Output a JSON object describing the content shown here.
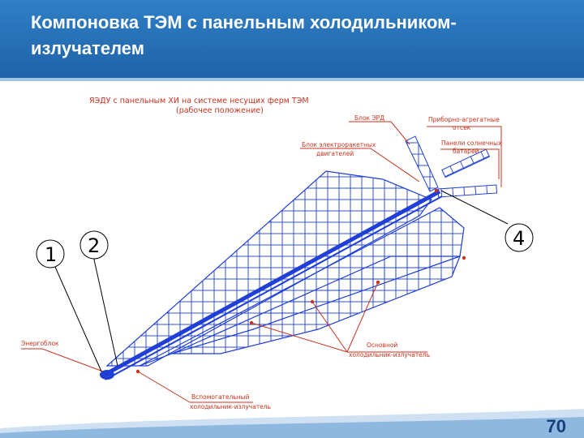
{
  "slide": {
    "title": "Компоновка ТЭМ с панельным холодильником-излучателем",
    "page_number": "70"
  },
  "diagram": {
    "header_line1": "ЯЭДУ с панельным ХИ на системе несущих ферм ТЭМ",
    "header_line2": "(рабочее положение)",
    "labels": {
      "erd_block": "Блок ЭРД",
      "transport_stand": "Приборно-агрегатные",
      "transport_stand2": "отсек",
      "em_block": "Блок электроракетных",
      "em_block2": "двигателей",
      "solar_panels": "Панели солнечных",
      "solar_panels2": "батарей",
      "energoblock": "Энергоблок",
      "main_radiator": "Основной",
      "main_radiator2": "холодильник-излучатель",
      "aux_radiator": "Вспомогательный",
      "aux_radiator2": "холодильник-излучатель"
    },
    "callouts": [
      "1",
      "2",
      "4"
    ]
  },
  "colors": {
    "header_blue": "#1f63a8",
    "diagram_blue": "#1f3fd6",
    "annotation_red": "#c8321e"
  }
}
